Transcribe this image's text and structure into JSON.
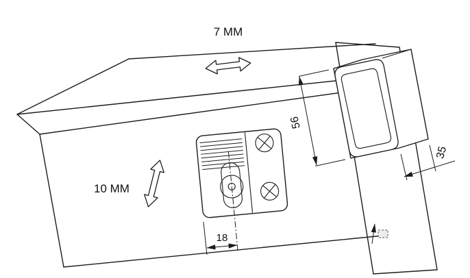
{
  "diagram": {
    "type": "technical-line-drawing",
    "labels": {
      "horizontal_adjustment": "7 MM",
      "vertical_adjustment": "10 MM",
      "clip_height": "56",
      "clip_depth": "35",
      "bracket_offset": "18"
    },
    "icons": {
      "horizontal_double_arrow": "double-headed-arrow-horizontal",
      "vertical_double_arrow": "double-headed-arrow-vertical",
      "panel_direction_arrow": "arrow-up"
    },
    "colors": {
      "line": "#1c1c1c",
      "background": "#ffffff",
      "dashed_box_fill": "#ededed"
    }
  }
}
